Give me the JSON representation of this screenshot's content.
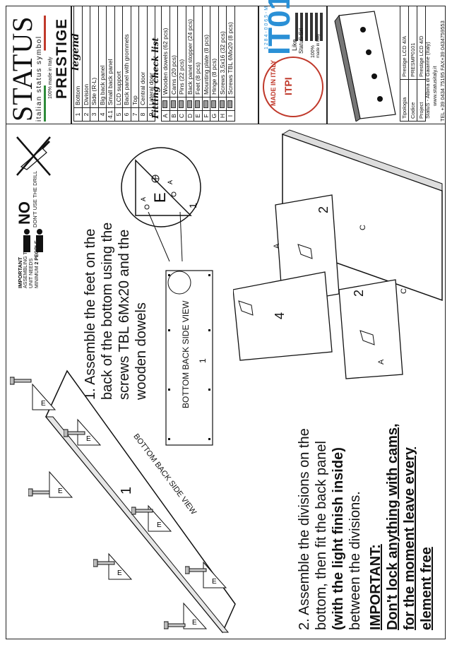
{
  "brand": {
    "logo": "STATUS",
    "tagline": "italian status symbol",
    "made_in": "100% made in Italy"
  },
  "product": {
    "name": "PRESTIGE",
    "legend_label": "legend"
  },
  "parts": [
    {
      "num": "1",
      "name": "Bottom"
    },
    {
      "num": "2",
      "name": "Division"
    },
    {
      "num": "3",
      "name": "Side (R-L)"
    },
    {
      "num": "4",
      "name": "Big back panel"
    },
    {
      "num": "4.1",
      "name": "Small back panel"
    },
    {
      "num": "5",
      "name": "LCD support"
    },
    {
      "num": "6",
      "name": "Back panel with grommets"
    },
    {
      "num": "7",
      "name": "Top"
    },
    {
      "num": "8",
      "name": "Central door"
    },
    {
      "num": "9",
      "name": "Lateral door"
    }
  ],
  "fitting_title": "Fitting check list",
  "fittings": [
    {
      "key": "A",
      "name": "Wooden dowels (62 pcs)"
    },
    {
      "key": "B",
      "name": "Cams (20 pcs)"
    },
    {
      "key": "C",
      "name": "Pins (22 pcs)"
    },
    {
      "key": "D",
      "name": "Back panel stopper (24 pcs)"
    },
    {
      "key": "E",
      "name": "Feet (8 pcs)"
    },
    {
      "key": "F",
      "name": "Mounting plate (8 pcs)"
    },
    {
      "key": "G",
      "name": "Hinge (8 pcs)"
    },
    {
      "key": "H",
      "name": "Screws 3,5x16 (32 pcs)"
    },
    {
      "key": "I",
      "name": "Screws TBL 6Mx20 (8 pcs)"
    }
  ],
  "badges": {
    "madeinitaly": "MADE IN ITALY",
    "itpi": "ITPI",
    "it01": "IT01",
    "reg_code": "1 2 8 4 - 0 0 6 5 - M",
    "like": "Like",
    "company": "StatuS Srl",
    "pct": "100%",
    "made_in_italy_small": "made in Italy"
  },
  "info": [
    {
      "k": "Tipologia",
      "v": "Prestige LCD 4/A"
    },
    {
      "k": "Codice",
      "v": "PRESMP0101"
    },
    {
      "k": "Project",
      "v": "Prestige LCD 4/D"
    }
  ],
  "address": "StatuS - Albina di Gaiarine (Italy)",
  "website": "www.statusitaly.it",
  "phone": "TEL +39 0434 75195  FAX+39 0434759553",
  "warnings": {
    "important": "IMPORTANT",
    "assembling": "ASSEMBLING THIS",
    "unit_needs": "UNIT NEEDS",
    "minimum": "MINIMUM",
    "people": "2 PEOPLE",
    "no": "NO",
    "no_drill": "DON'T USE THE DRILL"
  },
  "step1": {
    "line1": "1. Assemble the feet on the",
    "line2": "back of the bottom using the",
    "line3": "screws TBL 6Mx20 and the",
    "line4": "wooden dowels",
    "view_label": "BOTTOM BACK SIDE VIEW",
    "part": "1"
  },
  "step2": {
    "line1": "2. Assemble the divisions on the",
    "line2": "bottom, then fit the back panel",
    "line3": "(with the light finish inside)",
    "line4": "between the divisions.",
    "important": "IMPORTANT:",
    "imp1": "Don't lock anything with cams,",
    "imp2": "for the moment leave every",
    "imp3": "element free"
  },
  "labels": {
    "I": "I",
    "E": "E",
    "A": "A",
    "C": "C",
    "two": "2",
    "four": "4",
    "one": "1"
  }
}
